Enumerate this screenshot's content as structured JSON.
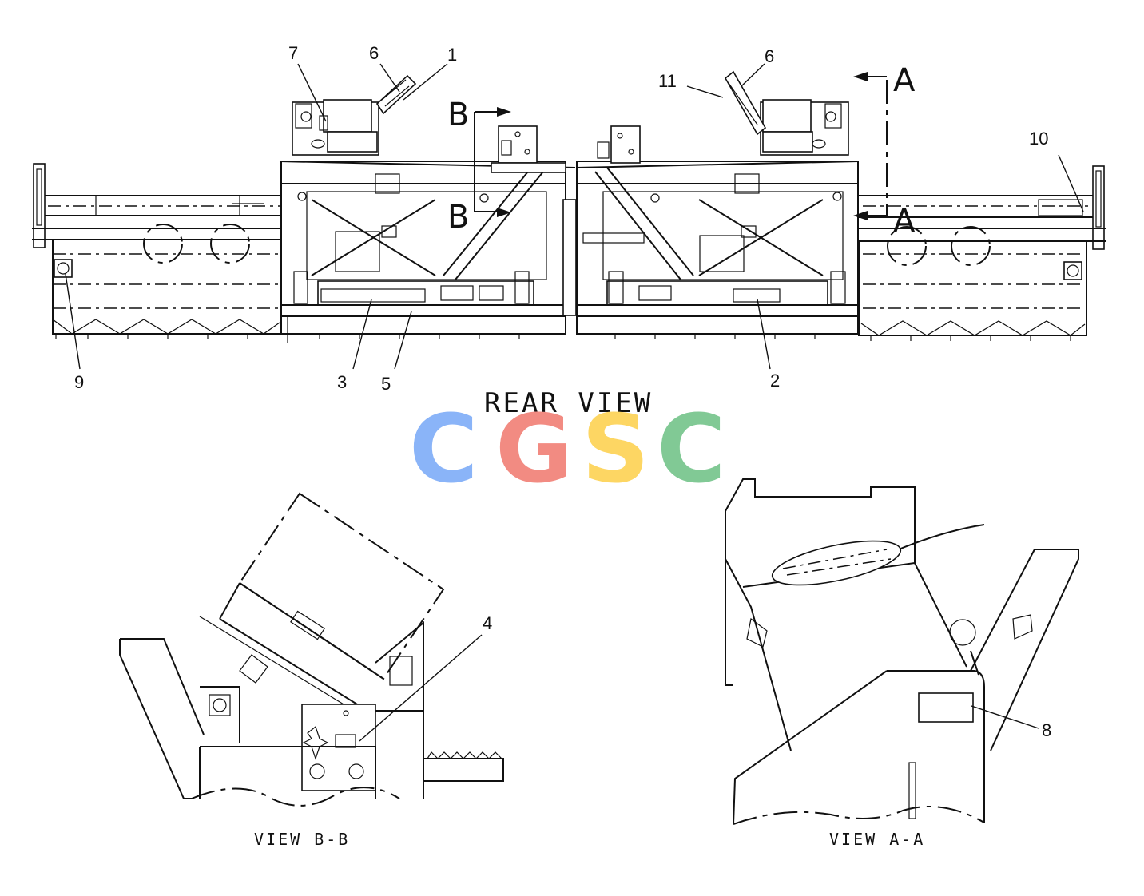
{
  "views": {
    "rear": "REAR VIEW",
    "bb": "VIEW B-B",
    "aa": "VIEW A-A"
  },
  "section_marks": {
    "a_top": "A",
    "a_bottom": "A",
    "b_top": "B",
    "b_bottom": "B"
  },
  "callouts": {
    "c1": "1",
    "c2": "2",
    "c3": "3",
    "c4": "4",
    "c5": "5",
    "c6a": "6",
    "c6b": "6",
    "c7": "7",
    "c8": "8",
    "c9": "9",
    "c10": "10",
    "c11": "11"
  },
  "watermark": {
    "text": "CGSC",
    "colors": [
      "#8ab4f8",
      "#f28b82",
      "#fdd663",
      "#81c995"
    ]
  }
}
